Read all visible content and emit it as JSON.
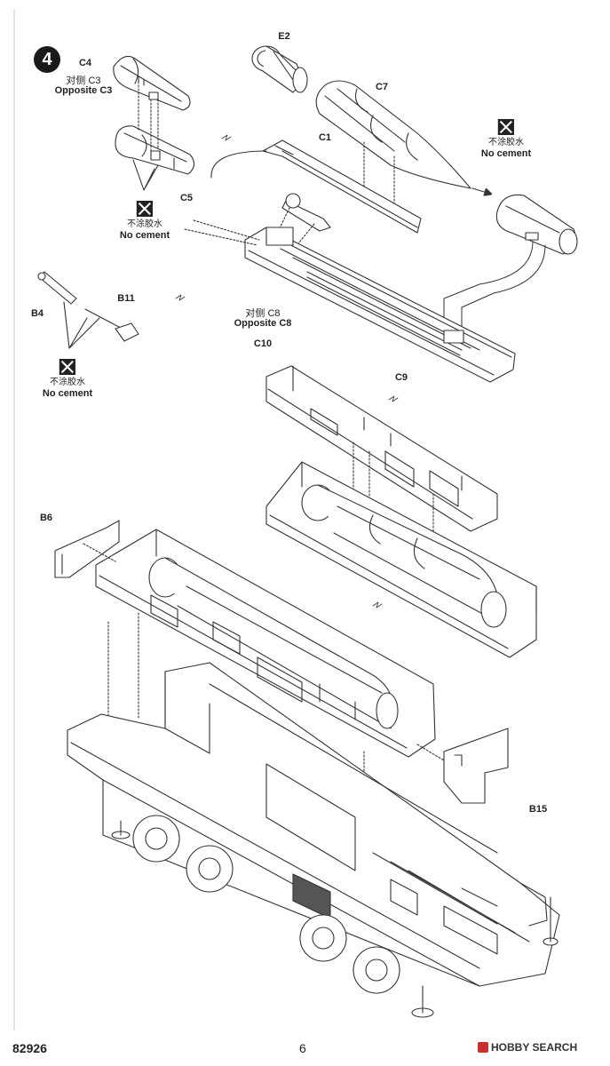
{
  "step": {
    "number": "4"
  },
  "parts": {
    "c4": "C4",
    "c3_cn": "对侧 C3",
    "c3_en": "Opposite C3",
    "c5": "C5",
    "e2": "E2",
    "c7": "C7",
    "c1": "C1",
    "b4": "B4",
    "b11": "B11",
    "c8_cn": "对侧 C8",
    "c8_en": "Opposite C8",
    "c10": "C10",
    "c9": "C9",
    "b6": "B6",
    "b15": "B15"
  },
  "no_cement": {
    "cn": "不涂胶水",
    "en": "No cement"
  },
  "footer": {
    "code": "82926",
    "page": "6",
    "brand": "HOBBY SEARCH"
  }
}
